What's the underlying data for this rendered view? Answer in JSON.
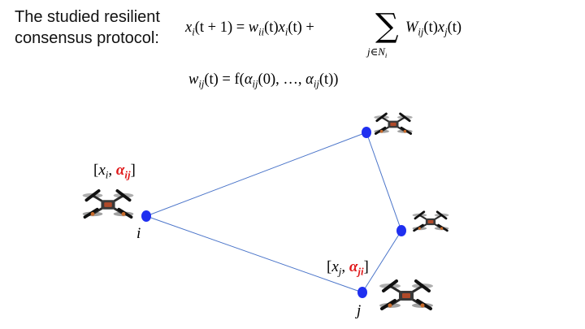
{
  "title": {
    "line1": "The studied resilient",
    "line2": "consensus protocol:"
  },
  "equation1": {
    "lhs": "x",
    "lhs_sub": "i",
    "lhs_arg": "(t + 1) = ",
    "w": "w",
    "w_sub": "ii",
    "w_arg": "(t)",
    "x2": "x",
    "x2_sub": "i",
    "x2_arg": "(t) + ",
    "sigma": "∑",
    "sigma_sub": "j∈N",
    "sigma_sub_sub": "i",
    "W": "W",
    "W_sub": "ij",
    "W_arg": "(t)",
    "x3": "x",
    "x3_sub": "j",
    "x3_arg": "(t)"
  },
  "equation2": {
    "lhs": "w",
    "lhs_sub": "ij",
    "mid": "(t) = f(",
    "a1": "α",
    "a1_sub": "ij",
    "a1_arg": "(0), …, ",
    "a2": "α",
    "a2_sub": "ij",
    "a2_arg": "(t))"
  },
  "labels": {
    "node_i_state": {
      "open": "[",
      "x": "x",
      "x_sub": "i",
      "comma": ", ",
      "alpha": "α",
      "alpha_sub": "ij",
      "close": "]"
    },
    "node_j_state": {
      "open": "[",
      "x": "x",
      "x_sub": "j",
      "comma": ", ",
      "alpha": "α",
      "alpha_sub": "ji",
      "close": "]"
    },
    "node_i_name": "i",
    "node_j_name": "j"
  },
  "colors": {
    "node": "#1f2ff0",
    "edge": "#4a74c9",
    "alpha": "#e0191b"
  },
  "icons": [
    "drone-icon",
    "drone-icon",
    "drone-icon",
    "drone-icon"
  ]
}
